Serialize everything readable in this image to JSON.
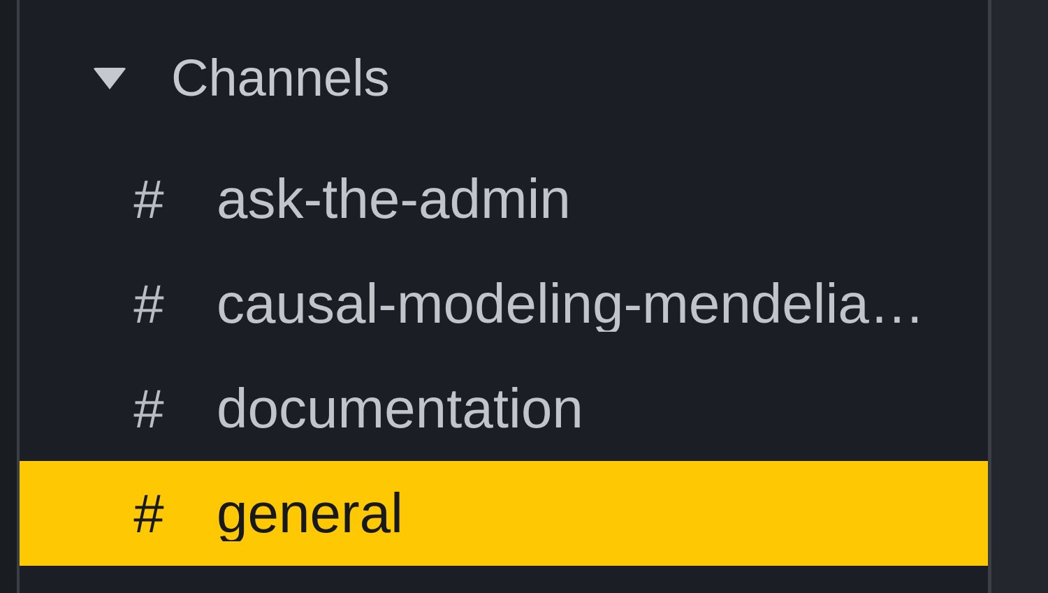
{
  "sidebar": {
    "section_header": {
      "label": "Channels",
      "collapse_icon": "chevron-down-icon"
    },
    "channel_icon_glyph": "#",
    "channels": [
      {
        "name": "ask-the-admin",
        "selected": false
      },
      {
        "name": "causal-modeling-mendelia…",
        "selected": false
      },
      {
        "name": "documentation",
        "selected": false
      },
      {
        "name": "general",
        "selected": true
      }
    ],
    "colors": {
      "sidebar_bg": "#1b1f25",
      "gutter_bg": "#191c21",
      "divider": "#3a3f46",
      "main_pane_bg": "#23272d",
      "header_text": "#c5c8cc",
      "item_text": "#c1c5ca",
      "hash_text": "#b9bdc2",
      "selected_bg": "#fec802",
      "selected_text": "#17191c"
    }
  }
}
